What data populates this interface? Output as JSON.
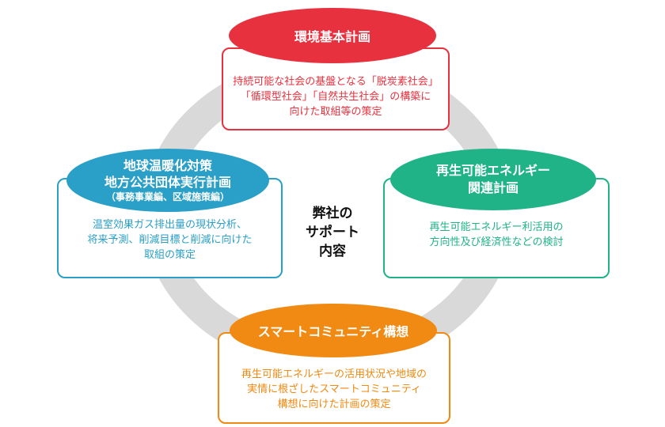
{
  "center": {
    "line1": "弊社の",
    "line2": "サポート",
    "line3": "内容"
  },
  "top": {
    "title": "環境基本計画",
    "desc": [
      "持続可能な社会の基盤となる「脱炭素社会」",
      "「循環型社会」「自然共生社会」の構築に",
      "向けた取組等の策定"
    ],
    "color": "#e8313e"
  },
  "left": {
    "title": [
      "地球温暖化対策",
      "地方公共団体実行計画"
    ],
    "subtitle": "（事務事業編、区域施策編）",
    "desc": [
      "温室効果ガス排出量の現状分析、",
      "将来予測、削減目標と削減に向けた",
      "取組の策定"
    ],
    "color": "#2a9fc7"
  },
  "right": {
    "title": [
      "再生可能エネルギー",
      "関連計画"
    ],
    "desc": [
      "再生可能エネルギー利活用の",
      "方向性及び経済性などの検討"
    ],
    "color": "#1fb387"
  },
  "bottom": {
    "title": "スマートコミュニティ構想",
    "desc": [
      "再生可能エネルギーの活用状況や地域の",
      "実情に根ざしたスマートコミュニティ",
      "構想に向けた計画の策定"
    ],
    "color": "#f08a12"
  },
  "ring_color": "#d9d9d9"
}
